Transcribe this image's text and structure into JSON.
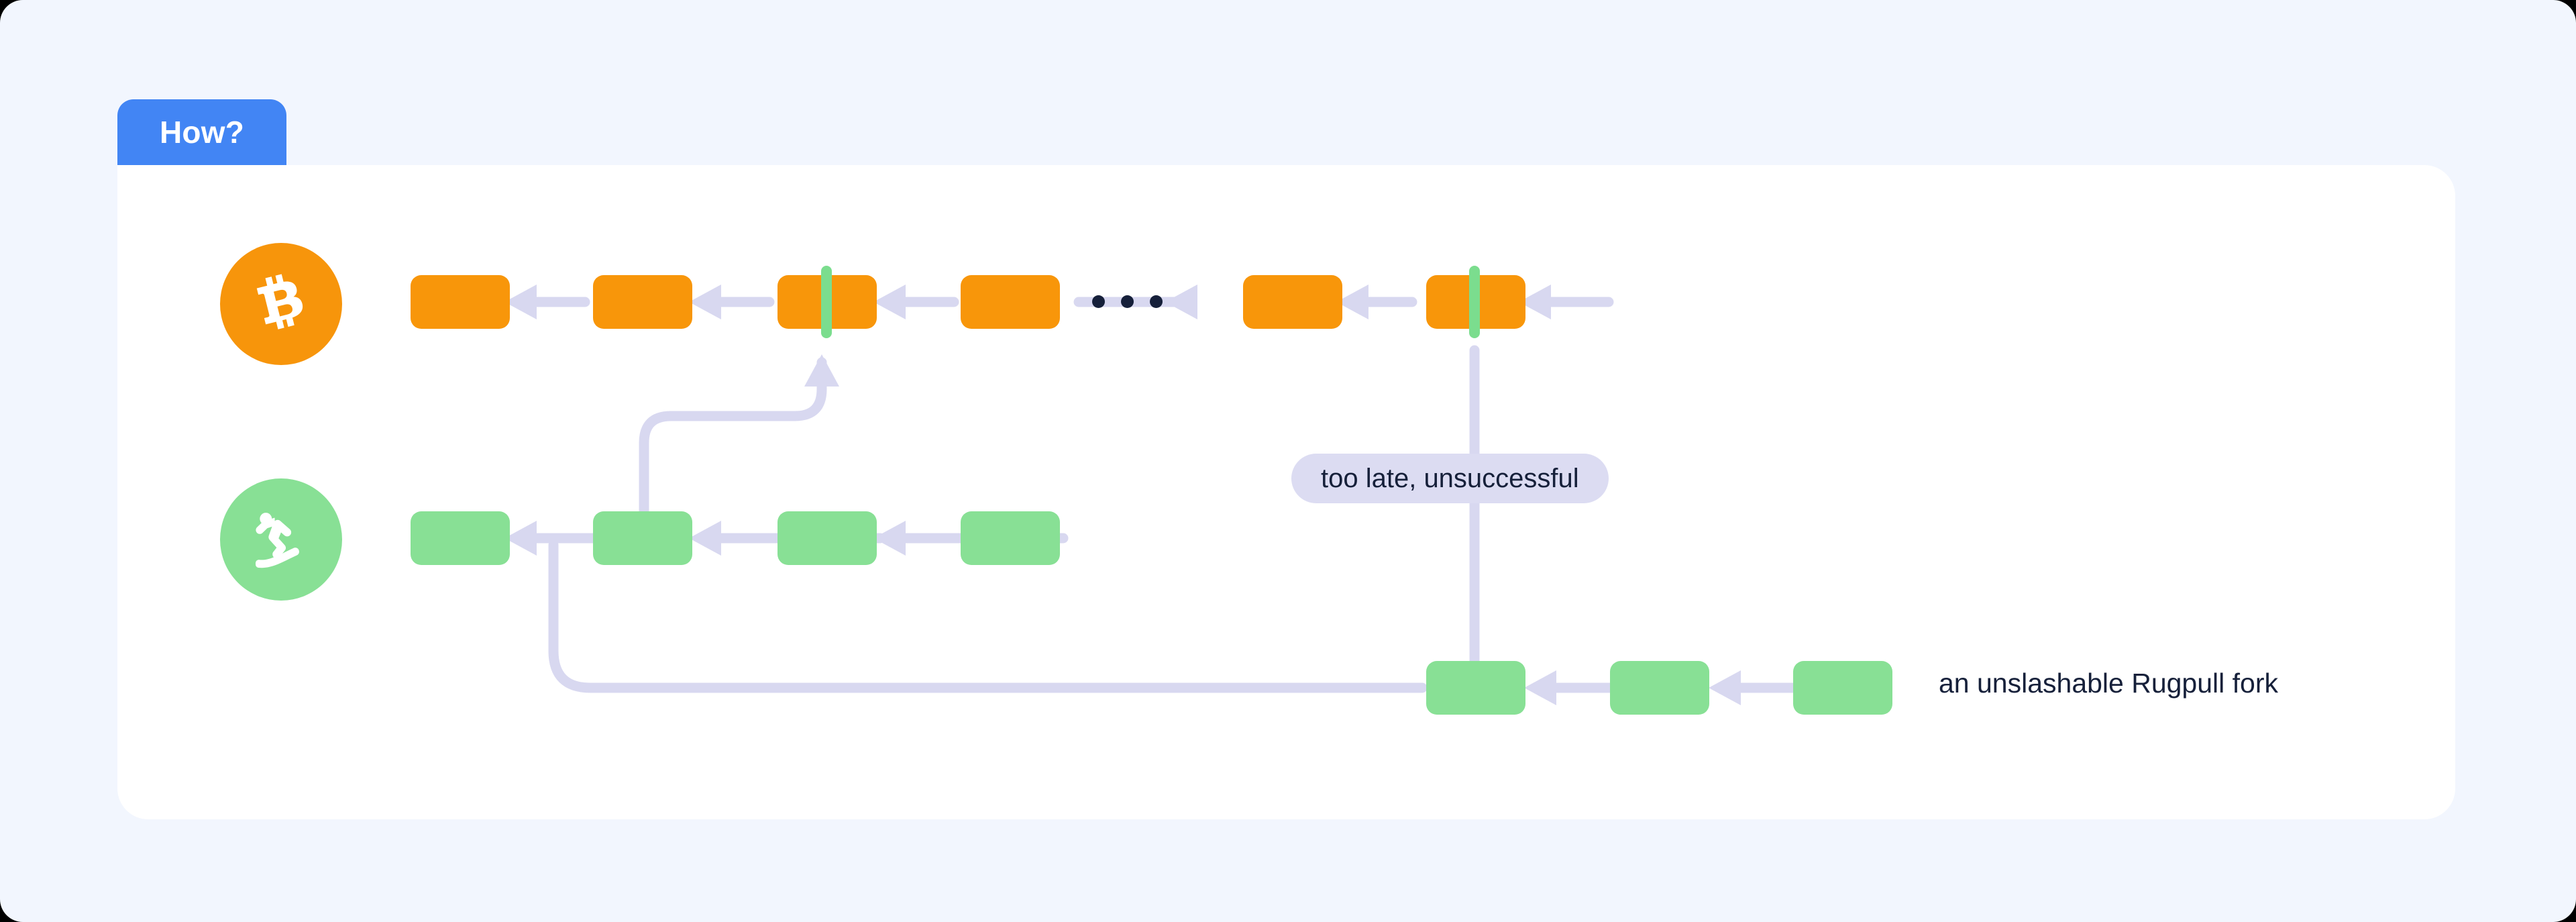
{
  "page": {
    "background_color": "#F2F6FE",
    "card_color": "#FFFFFF"
  },
  "tab": {
    "label": "How?",
    "color": "#4285F4",
    "text_color": "#FFFFFF"
  },
  "colors": {
    "bitcoin_orange": "#F8960A",
    "fork_green": "#88E095",
    "slash_green": "#7BDD8E",
    "connector_lavender": "#D8D8F0",
    "badge_bg": "#DCDCF2",
    "ink": "#16203A"
  },
  "rows": {
    "bitcoin_chain": {
      "avatar_icon": "bitcoin-icon",
      "avatar_color": "#F7950B",
      "blocks": [
        {
          "id": "btc-1",
          "slashed": false
        },
        {
          "id": "btc-2",
          "slashed": false
        },
        {
          "id": "btc-3",
          "slashed": true
        },
        {
          "id": "btc-4",
          "slashed": false
        },
        {
          "id": "btc-5",
          "slashed": false
        },
        {
          "id": "btc-6",
          "slashed": true
        }
      ],
      "ellipsis": "•••",
      "ellipsis_dot_count": 3
    },
    "fork_chain": {
      "avatar_icon": "surfer-wipeout-icon",
      "avatar_color": "#88E095",
      "blocks": [
        {
          "id": "fork-1"
        },
        {
          "id": "fork-2"
        },
        {
          "id": "fork-3"
        },
        {
          "id": "fork-4"
        }
      ]
    },
    "rugpull_chain": {
      "blocks": [
        {
          "id": "rug-1"
        },
        {
          "id": "rug-2"
        },
        {
          "id": "rug-3"
        }
      ],
      "caption": "an unslashable Rugpull fork"
    }
  },
  "annotations": {
    "too_late": {
      "label": "too late, unsuccessful"
    }
  }
}
